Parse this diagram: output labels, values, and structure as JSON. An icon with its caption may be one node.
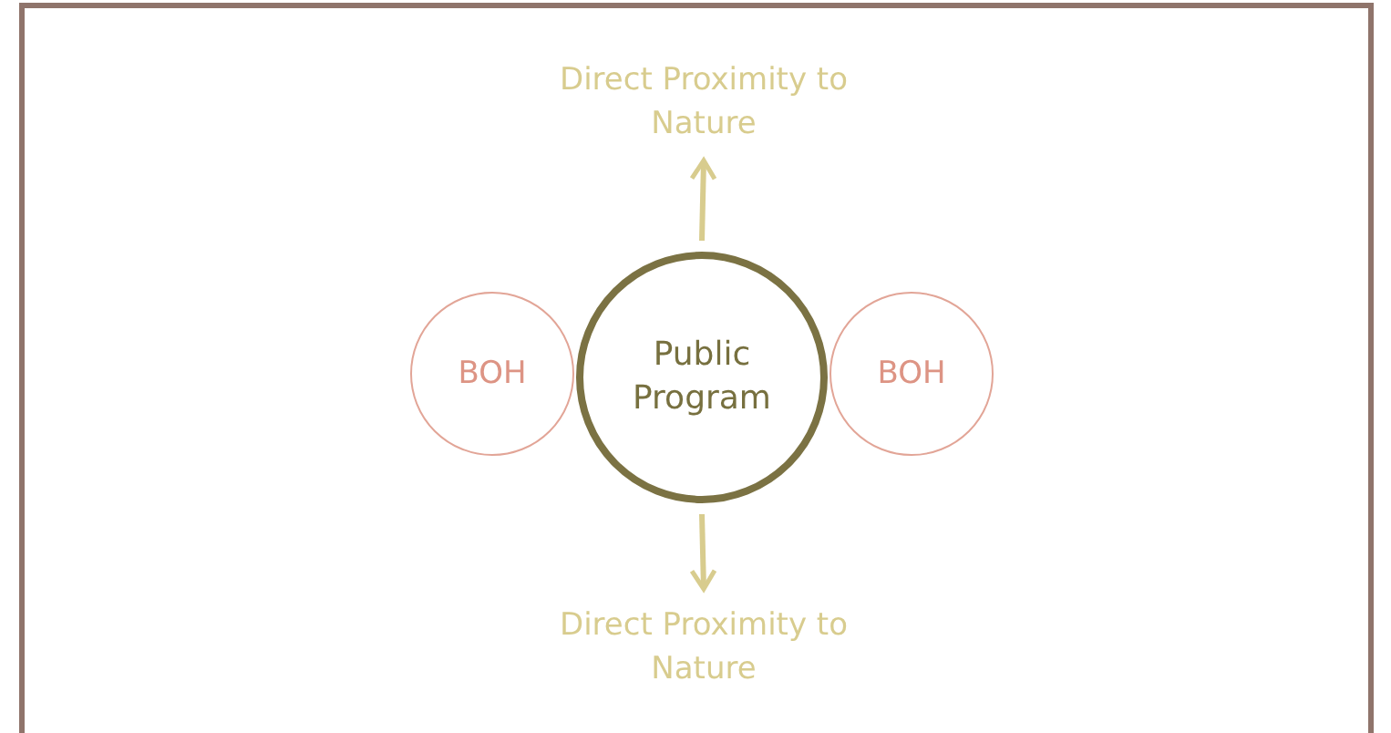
{
  "diagram": {
    "nodes": [
      {
        "text": [
          "Direct Proximity to Nature"
        ]
      },
      {
        "text": [
          "BOH"
        ]
      },
      {
        "text": [
          "Public Program"
        ]
      },
      {
        "text": [
          "BOH"
        ]
      },
      {
        "text": [
          "Direct Proximity to Nature"
        ]
      }
    ],
    "edges": [
      {
        "from": 2,
        "to": 0,
        "arrow": "to"
      },
      {
        "from": 2,
        "to": 4,
        "arrow": "to"
      }
    ]
  }
}
